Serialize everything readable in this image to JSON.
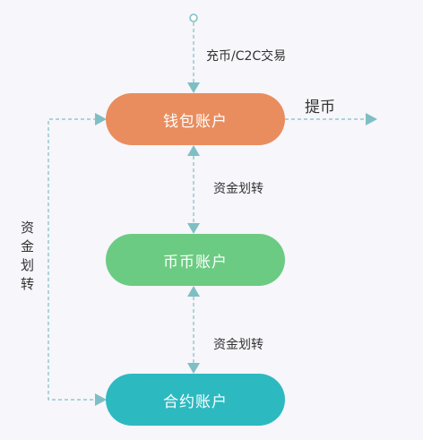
{
  "nodes": {
    "wallet": {
      "label": "钱包账户",
      "color": "#E98D5E"
    },
    "coin": {
      "label": "币币账户",
      "color": "#6CCB82"
    },
    "contract": {
      "label": "合约账户",
      "color": "#2DB9C0"
    }
  },
  "edges": {
    "deposit": "充币/C2C交易",
    "withdraw": "提币",
    "transfer_upper": "资金划转",
    "transfer_lower": "资金划转",
    "transfer_side": "资金划转"
  },
  "colors": {
    "connector": "#7FBFC3",
    "background": "#F6F6FB",
    "text": "#333333"
  }
}
